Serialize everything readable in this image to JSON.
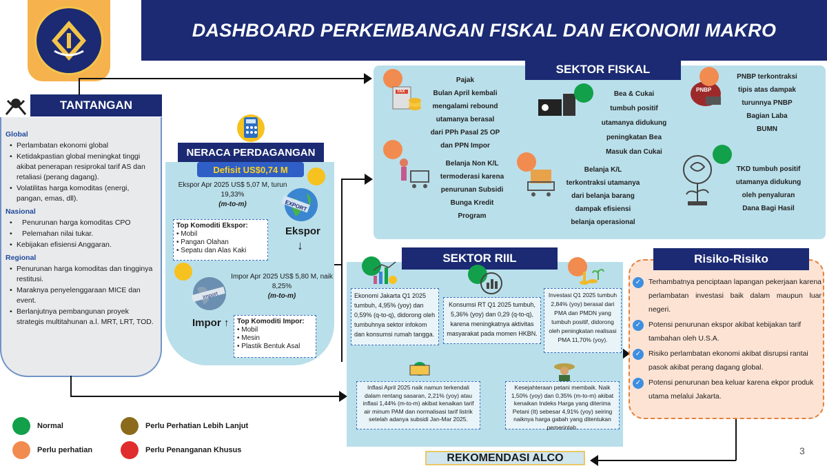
{
  "header": {
    "title": "DASHBOARD PERKEMBANGAN FISKAL DAN EKONOMI MAKRO"
  },
  "colors": {
    "navy": "#1b2a72",
    "panel": "#b9dfea",
    "normal": "#12a04a",
    "perhatian": "#f28b4f",
    "lebih_lanjut": "#8b6a1b",
    "khusus": "#e02c2c"
  },
  "tantangan": {
    "title": "TANTANGAN",
    "global_label": "Global",
    "global": [
      "Perlambatan ekonomi global",
      "Ketidakpastian global meningkat tinggi akibat penerapan resiprokal tarif AS dan retaliasi (perang dagang).",
      "Volatilitas harga komoditas (energi, pangan, emas, dll)."
    ],
    "nasional_label": "Nasional",
    "nasional": [
      "Penurunan harga komoditas CPO",
      "Pelemahan nilai tukar.",
      "Kebijakan efisiensi Anggaran."
    ],
    "regional_label": "Regional",
    "regional": [
      "Penurunan harga komoditas dan tingginya restitusi.",
      "Maraknya penyelenggaraan MICE dan event.",
      "Berlanjutnya pembangunan proyek strategis multitahunan a.l. MRT, LRT, TOD."
    ]
  },
  "neraca": {
    "title": "NERACA PERDAGANGAN",
    "defisit": "Defisit US$0,74 M",
    "ekspor_text": "Ekspor Apr 2025 US$ 5,07 M, turun 19,33%",
    "mtm1": "(m-to-m)",
    "ekspor_label": "Ekspor",
    "ekspor_arrow": "↓",
    "top_ekspor_title": "Top Komoditi Ekspor:",
    "top_ekspor": [
      "Mobil",
      "Pangan Olahan",
      "Sepatu dan Alas Kaki"
    ],
    "impor_text": "Impor Apr 2025 US$ 5,80 M, naik 8,25%",
    "mtm2": "(m-to-m)",
    "impor_label": "Impor",
    "impor_arrow": "↑",
    "top_impor_title": "Top Komoditi Impor:",
    "top_impor": [
      "Mobil",
      "Mesin",
      "Plastik Bentuk Asal"
    ],
    "export_badge": "EXPORT",
    "import_badge": "import"
  },
  "fiskal": {
    "title": "SEKTOR FISKAL",
    "pajak": "Pajak\nBulan April kembali mengalami rebound utamanya berasal dari PPh Pasal 25 OP dan PPN Impor",
    "pajak_lines": [
      "Pajak",
      "Bulan April kembali",
      "mengalami rebound",
      "utamanya berasal",
      "dari PPh Pasal 25 OP",
      "dan PPN Impor"
    ],
    "bea_lines": [
      "Bea & Cukai",
      "tumbuh positif",
      "utamanya didukung",
      "peningkatan Bea",
      "Masuk dan Cukai"
    ],
    "pnbp_lines": [
      "PNBP terkontraksi",
      "tipis atas dampak",
      "turunnya PNBP",
      "Bagian Laba",
      "BUMN"
    ],
    "nonkl_lines": [
      "Belanja Non K/L",
      "termoderasi karena",
      "penurunan Subsidi",
      "Bunga Kredit",
      "Program"
    ],
    "kl_lines": [
      "Belanja K/L",
      "terkontraksi utamanya",
      "dari belanja barang",
      "dampak efisiensi",
      "belanja operasional"
    ],
    "tkd_lines": [
      "TKD tumbuh positif",
      "utamanya didukung",
      "oleh penyaluran",
      "Dana Bagi Hasil"
    ],
    "tax_badge": "TAX",
    "pnbp_badge": "PNBP"
  },
  "riil": {
    "title": "SEKTOR RIIL",
    "ekonomi": "Ekonomi Jakarta Q1 2025 tumbuh, 4,95% (yoy) dan 0,59% (q-to-q), didorong oleh tumbuhnya sektor infokom dan konsumsi rumah tangga.",
    "konsumsi": "Konsumsi RT Q1 2025 tumbuh, 5,36% (yoy) dan 0,29 (q-to-q), karena meningkatnya aktivitas masyarakat pada momen HKBN.",
    "investasi": "Investasi Q1 2025 tumbuh 2,84% (yoy) berasal dari PMA dan PMDN yang tumbuh positif, didorong oleh peningkatan realisasi PMA 11,70% (yoy).",
    "inflasi": "Inflasi April 2025 naik namun terkendali dalam rentang sasaran, 2,21% (yoy) atau inflasi 1,44% (m-to-m) akibat kenaikan tarif air minum PAM dan normalisasi tarif listrik setelah adanya subsidi Jan-Mar 2025.",
    "petani": "Kesejahteraan petani membaik. Naik 1,50% (yoy) dan 0,35% (m-to-m) akibat kenaikan Indeks Harga yang diterima Petani (It) sebesar 4,91% (yoy) seiring naiknya harga gabah yang ditentukan pemerintah."
  },
  "risiko": {
    "title": "Risiko-Risiko",
    "items": [
      "Terhambatnya penciptaan lapangan pekerjaan karena perlambatan investasi baik dalam maupun luar negeri.",
      "Potensi penurunan ekspor akibat kebijakan tarif tambahan oleh U.S.A.",
      "Risiko perlambatan ekonomi akibat disrupsi rantai pasok akibat perang dagang global.",
      "Potensi penurunan bea keluar karena ekpor produk utama melalui Jakarta."
    ]
  },
  "rekomendasi": {
    "title": "REKOMENDASI ALCO"
  },
  "legend": {
    "normal": "Normal",
    "perhatian": "Perlu perhatian",
    "lebih_lanjut": "Perlu Perhatian Lebih Lanjut",
    "khusus": "Perlu Penanganan Khusus"
  },
  "page_number": "3"
}
